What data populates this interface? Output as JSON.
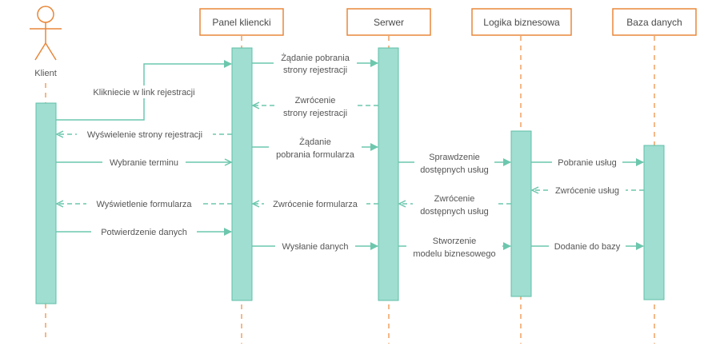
{
  "actor": {
    "label": "Klient"
  },
  "participants": [
    {
      "id": "panel",
      "label": "Panel kliencki"
    },
    {
      "id": "serwer",
      "label": "Serwer"
    },
    {
      "id": "logika",
      "label": "Logika biznesowa"
    },
    {
      "id": "baza",
      "label": "Baza danych"
    }
  ],
  "messages": [
    {
      "id": "m1",
      "from": "klient",
      "to": "panel",
      "style": "solid",
      "lines": [
        "Klikniecie w link rejestracji"
      ]
    },
    {
      "id": "m2",
      "from": "panel",
      "to": "serwer",
      "style": "solid",
      "lines": [
        "Żądanie pobrania",
        "strony rejestracji"
      ]
    },
    {
      "id": "m3",
      "from": "serwer",
      "to": "panel",
      "style": "dashed",
      "lines": [
        "Zwrócenie",
        "strony rejestracji"
      ]
    },
    {
      "id": "m4",
      "from": "panel",
      "to": "klient",
      "style": "dashed",
      "lines": [
        "Wyświelenie strony rejestracji"
      ]
    },
    {
      "id": "m5",
      "from": "panel",
      "to": "serwer",
      "style": "solid",
      "lines": [
        "Żądanie",
        "pobrania formularza"
      ]
    },
    {
      "id": "m6",
      "from": "klient",
      "to": "panel",
      "style": "solid",
      "lines": [
        "Wybranie terminu"
      ]
    },
    {
      "id": "m7",
      "from": "serwer",
      "to": "logika",
      "style": "solid",
      "lines": [
        "Sprawdzenie",
        "dostępnych usług"
      ]
    },
    {
      "id": "m8",
      "from": "logika",
      "to": "baza",
      "style": "solid",
      "lines": [
        "Pobranie usług"
      ]
    },
    {
      "id": "m9",
      "from": "baza",
      "to": "logika",
      "style": "dashed",
      "lines": [
        "Zwrócenie usług"
      ]
    },
    {
      "id": "m10",
      "from": "logika",
      "to": "serwer",
      "style": "dashed",
      "lines": [
        "Zwrócenie",
        "dostępnych usług"
      ]
    },
    {
      "id": "m11",
      "from": "panel",
      "to": "klient",
      "style": "dashed",
      "lines": [
        "Wyświetlenie formularza"
      ]
    },
    {
      "id": "m12",
      "from": "serwer",
      "to": "panel",
      "style": "dashed",
      "lines": [
        "Zwrócenie formularza"
      ]
    },
    {
      "id": "m13",
      "from": "klient",
      "to": "panel",
      "style": "solid",
      "lines": [
        "Potwierdzenie danych"
      ]
    },
    {
      "id": "m14",
      "from": "panel",
      "to": "serwer",
      "style": "solid",
      "lines": [
        "Wysłanie danych"
      ]
    },
    {
      "id": "m15",
      "from": "serwer",
      "to": "logika",
      "style": "solid",
      "lines": [
        "Stworzenie",
        "modelu biznesowego"
      ]
    },
    {
      "id": "m16",
      "from": "logika",
      "to": "baza",
      "style": "solid",
      "lines": [
        "Dodanie do bazy"
      ]
    }
  ],
  "colors": {
    "lifeline": "#f0a060",
    "participant_border": "#e8873a",
    "activation_fill": "#9fded0",
    "activation_stroke": "#5fbfa8",
    "arrow": "#6cc7ad",
    "text": "#555555"
  }
}
